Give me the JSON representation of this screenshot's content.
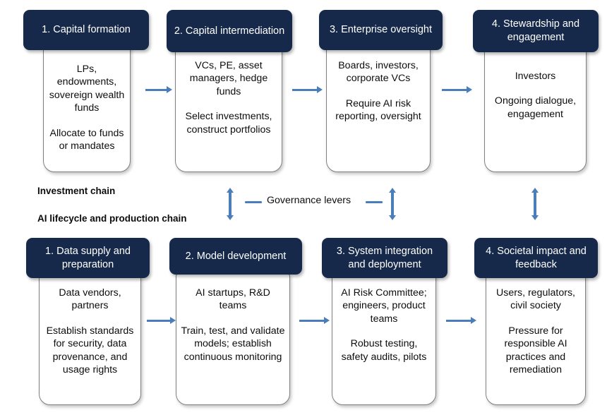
{
  "diagram": {
    "background_color": "#ffffff",
    "header_color": "#16294a",
    "accent_color": "#4a7ebb",
    "body_border_color": "#7f7f7f"
  },
  "labels": {
    "investment_chain": "Investment chain",
    "ai_chain": "AI lifecycle and production chain",
    "governance_levers": "Governance levers"
  },
  "investment_chain": {
    "cards": [
      {
        "title": "1.  Capital formation",
        "paragraphs": [
          "LPs, endowments, sovereign wealth funds",
          "Allocate to funds or mandates"
        ]
      },
      {
        "title": "2. Capital intermediation",
        "paragraphs": [
          "VCs, PE, asset managers, hedge funds",
          "Select investments, construct portfolios"
        ]
      },
      {
        "title": "3. Enterprise oversight",
        "paragraphs": [
          "Boards, investors, corporate VCs",
          "Require AI risk reporting, oversight"
        ]
      },
      {
        "title": "4. Stewardship and engagement",
        "paragraphs": [
          "Investors",
          "Ongoing dialogue, engagement"
        ]
      }
    ]
  },
  "ai_chain": {
    "cards": [
      {
        "title": "1. Data supply and preparation",
        "paragraphs": [
          "Data vendors, partners",
          "Establish standards for security, data provenance, and usage rights"
        ]
      },
      {
        "title": "2. Model development",
        "paragraphs": [
          "AI startups, R&D teams",
          "Train, test, and validate models; establish continuous monitoring"
        ]
      },
      {
        "title": "3. System integration and deployment",
        "paragraphs": [
          "AI Risk Committee; engineers, product teams",
          "Robust testing, safety audits, pilots"
        ]
      },
      {
        "title": "4. Societal impact and feedback",
        "paragraphs": [
          "Users, regulators, civil society",
          "Pressure for responsible AI practices and remediation"
        ]
      }
    ]
  }
}
